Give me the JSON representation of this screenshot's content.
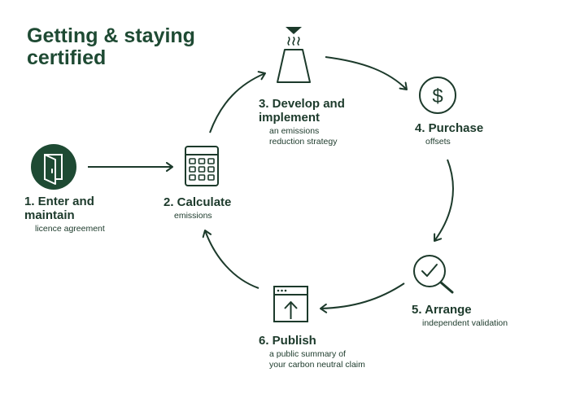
{
  "title": "Getting & staying certified",
  "colors": {
    "dark_green": "#1e4a33",
    "stroke": "#1c3a2b",
    "background": "#ffffff"
  },
  "steps": [
    {
      "title": "1. Enter and\nmaintain",
      "desc": "licence agreement",
      "icon": "door-open-icon"
    },
    {
      "title": "2. Calculate",
      "desc": "emissions",
      "icon": "calculator-icon"
    },
    {
      "title": "3. Develop and\nimplement",
      "desc": "an emissions\nreduction strategy",
      "icon": "factory-chimney-icon"
    },
    {
      "title": "4. Purchase",
      "desc": "offsets",
      "icon": "dollar-coin-icon"
    },
    {
      "title": "5. Arrange",
      "desc": "independent validation",
      "icon": "magnifier-check-icon"
    },
    {
      "title": "6. Publish",
      "desc": "a public summary of\nyour carbon neutral claim",
      "icon": "upload-window-icon"
    }
  ]
}
